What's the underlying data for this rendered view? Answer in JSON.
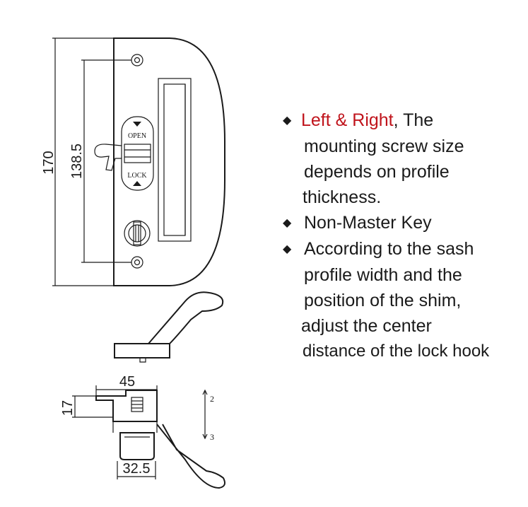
{
  "colors": {
    "accent": "#c0141c",
    "ink": "#1a1a1a"
  },
  "dimensions": {
    "overall_height": "170",
    "screw_spacing": "138.5",
    "hook_width": "45",
    "hook_height": "17",
    "hook_base_width": "32.5"
  },
  "labels": {
    "open": "OPEN",
    "lock": "LOCK",
    "marker_top": "2",
    "marker_bottom": "3"
  },
  "notes": {
    "bullet_glyph": "◆",
    "note1": {
      "highlight": "Left & Right",
      "rest": ", The",
      "lines": [
        "mounting screw size",
        "depends on profile",
        "thickness."
      ]
    },
    "note2": {
      "first": "Non-Master Key"
    },
    "note3": {
      "first": "According to the sash",
      "lines": [
        "profile width and  the",
        "position  of the shim,",
        "adjust the center",
        "distance of the lock hook"
      ]
    }
  }
}
